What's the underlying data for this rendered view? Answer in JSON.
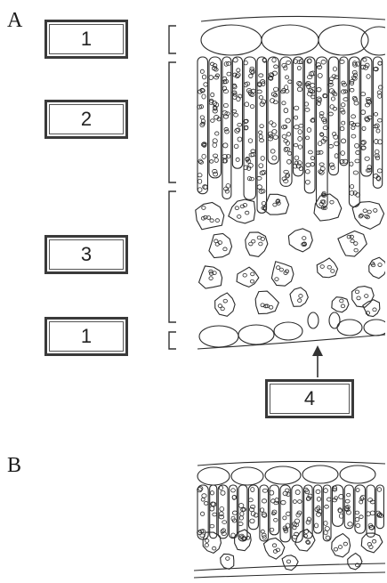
{
  "panels": {
    "a": "A",
    "b": "B"
  },
  "labels": {
    "upper_epidermis": "1",
    "palisade": "2",
    "spongy": "3",
    "lower_epidermis": "1",
    "stoma": "4"
  }
}
